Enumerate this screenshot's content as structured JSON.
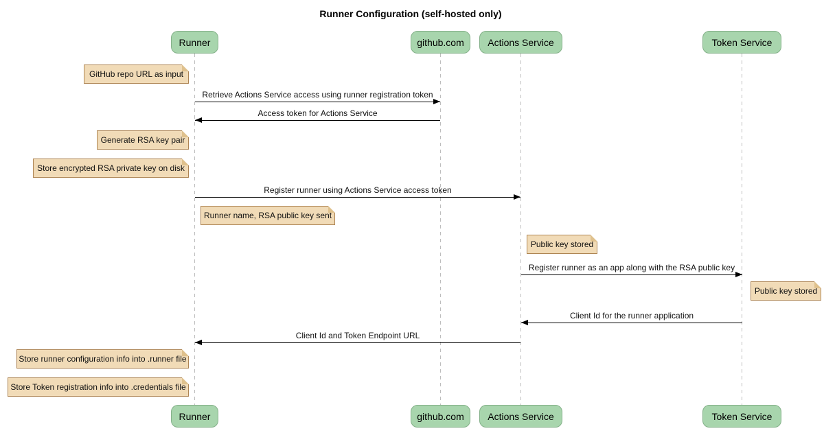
{
  "title": "Runner Configuration (self-hosted only)",
  "participants": [
    {
      "label": "Runner"
    },
    {
      "label": "github.com"
    },
    {
      "label": "Actions Service"
    },
    {
      "label": "Token Service"
    }
  ],
  "messages": [
    {
      "text": "Retrieve Actions Service access using runner registration token",
      "from": "Runner",
      "to": "github.com",
      "direction": "right"
    },
    {
      "text": "Access token for Actions Service",
      "from": "github.com",
      "to": "Runner",
      "direction": "left"
    },
    {
      "text": "Register runner using Actions Service access token",
      "from": "Runner",
      "to": "Actions Service",
      "direction": "right"
    },
    {
      "text": "Register runner as an app along with the RSA public key",
      "from": "Actions Service",
      "to": "Token Service",
      "direction": "right"
    },
    {
      "text": "Client Id for the runner application",
      "from": "Token Service",
      "to": "Actions Service",
      "direction": "left"
    },
    {
      "text": "Client Id and Token Endpoint URL",
      "from": "Actions Service",
      "to": "Runner",
      "direction": "left"
    }
  ],
  "notes": [
    {
      "text": "GitHub repo URL as input",
      "placement": "left of Runner"
    },
    {
      "text": "Generate RSA key pair",
      "placement": "left of Runner"
    },
    {
      "text": "Store encrypted RSA private key on disk",
      "placement": "left of Runner"
    },
    {
      "text": "Runner name, RSA public key sent",
      "placement": "right of Runner"
    },
    {
      "text": "Public key stored",
      "placement": "right of Actions Service"
    },
    {
      "text": "Public key stored",
      "placement": "right of Token Service"
    },
    {
      "text": "Store runner configuration info into .runner file",
      "placement": "left of Runner"
    },
    {
      "text": "Store Token registration info into .credentials file",
      "placement": "left of Runner"
    }
  ],
  "colors": {
    "participant_fill": "#a8d5ad",
    "participant_border": "#84b189",
    "note_fill": "#f1dbb7",
    "note_border": "#ad8453",
    "lifeline": "#bdbdbd",
    "arrow": "#000000",
    "background": "#ffffff"
  }
}
